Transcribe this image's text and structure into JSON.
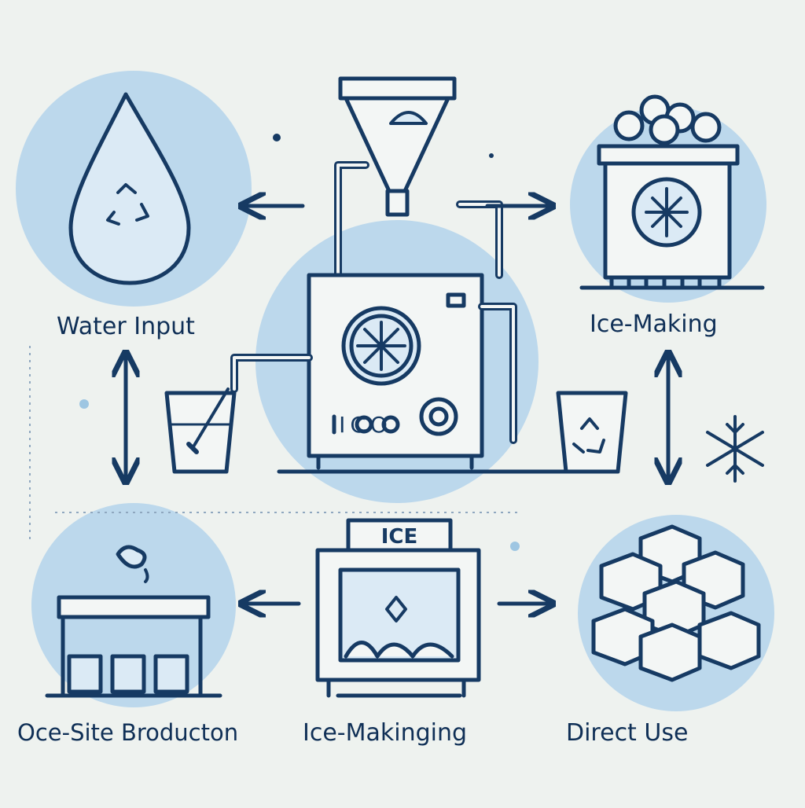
{
  "labels": {
    "water_input": "Water Input",
    "ice_making_top": "Ice-Making",
    "onsite_production": "Oce-Site Broducton",
    "ice_making_bottom": "Ice-Makinging",
    "direct_use": "Direct Use",
    "ice_sign": "ICE",
    "machine_text": "ICO"
  },
  "colors": {
    "background": "#eef2ef",
    "circle_fill": "#bcd8ec",
    "line": "#163a63",
    "panel": "#f3f6f5"
  }
}
